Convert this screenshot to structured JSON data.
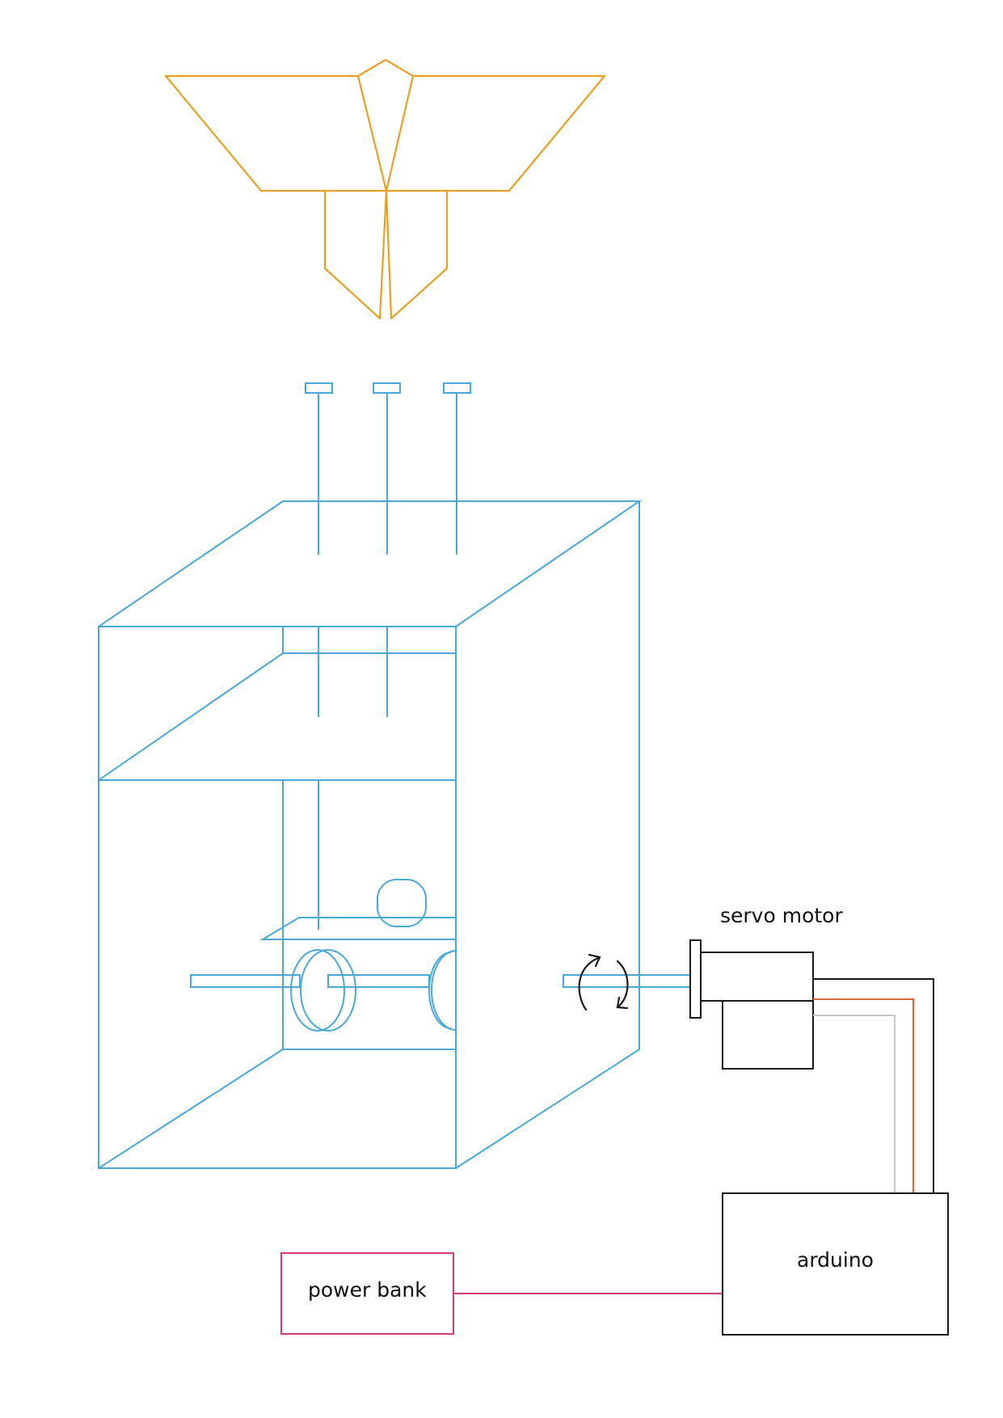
{
  "labels": {
    "servo_motor": "servo motor",
    "arduino": "arduino",
    "power_bank": "power bank"
  },
  "colors": {
    "bird": "#e6a124",
    "box": "#4aa8d6",
    "hardware": "#1a1a1a",
    "power_wire": "#d23c7c",
    "signal_wire": "#e0633a",
    "ground_wire": "#c8c8c8"
  }
}
